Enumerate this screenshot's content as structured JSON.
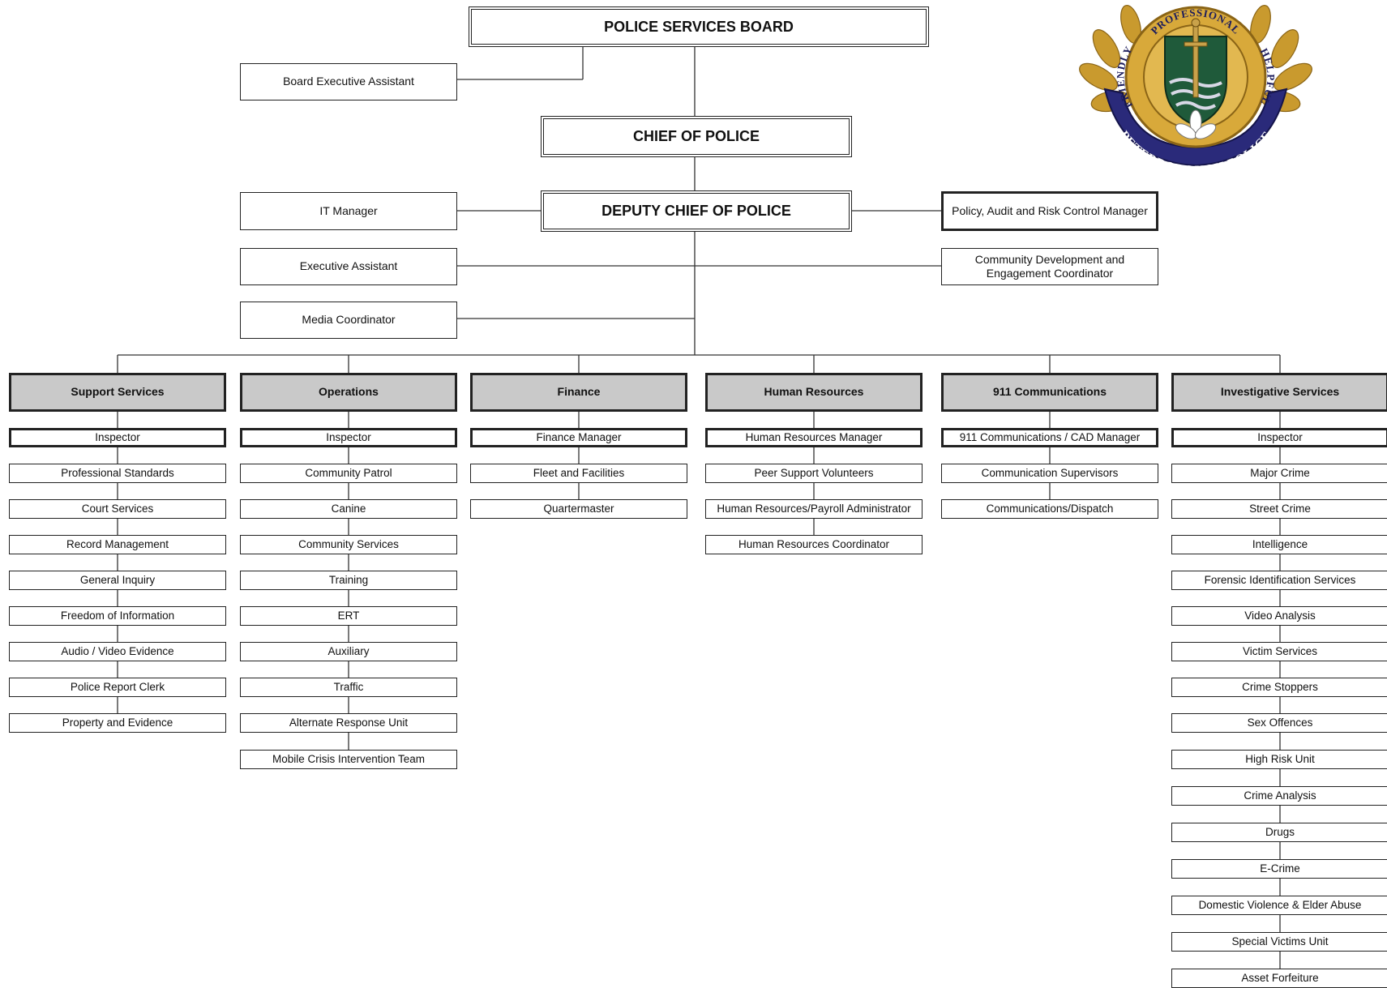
{
  "top": {
    "board": "POLICE SERVICES BOARD",
    "board_assistant": "Board Executive Assistant",
    "chief": "CHIEF OF POLICE",
    "deputy": "DEPUTY CHIEF OF POLICE",
    "it_manager": "IT Manager",
    "policy_manager": "Policy, Audit and Risk Control Manager",
    "executive_assistant": "Executive Assistant",
    "community_coordinator": "Community Development and Engagement Coordinator",
    "media_coordinator": "Media Coordinator"
  },
  "emblem": {
    "top_text": "PROFESSIONAL",
    "left_text": "FRIENDLY",
    "right_text": "HELPFUL",
    "bottom_text": "PETERBOROUGH POLICE",
    "colors": {
      "gold": "#c99a2e",
      "gold_dark": "#8a6416",
      "band": "#2a2a7a",
      "shield": "#1f5a3a",
      "wave": "#d8d8e6"
    }
  },
  "departments": [
    {
      "name": "Support Services",
      "units": [
        "Inspector",
        "Professional Standards",
        "Court Services",
        "Record Management",
        "General Inquiry",
        "Freedom of Information",
        "Audio / Video Evidence",
        "Police Report Clerk",
        "Property and Evidence"
      ]
    },
    {
      "name": "Operations",
      "units": [
        "Inspector",
        "Community Patrol",
        "Canine",
        "Community Services",
        "Training",
        "ERT",
        "Auxiliary",
        "Traffic",
        "Alternate Response Unit",
        "Mobile Crisis Intervention Team"
      ]
    },
    {
      "name": "Finance",
      "units": [
        "Finance Manager",
        "Fleet and Facilities",
        "Quartermaster"
      ]
    },
    {
      "name": "Human Resources",
      "units": [
        "Human Resources Manager",
        "Peer Support Volunteers",
        "Human Resources/Payroll Administrator",
        "Human Resources Coordinator"
      ]
    },
    {
      "name": "911 Communications",
      "units": [
        "911 Communications / CAD Manager",
        "Communication Supervisors",
        "Communications/Dispatch"
      ]
    },
    {
      "name": "Investigative Services",
      "units": [
        "Inspector",
        "Major Crime",
        "Street Crime",
        "Intelligence",
        "Forensic Identification Services",
        "Video Analysis",
        "Victim Services",
        "Crime Stoppers",
        "Sex Offences",
        "High Risk Unit",
        "Crime Analysis",
        "Drugs",
        "E-Crime",
        "Domestic Violence & Elder Abuse",
        "Special Victims Unit",
        "Asset Forfeiture"
      ]
    }
  ]
}
